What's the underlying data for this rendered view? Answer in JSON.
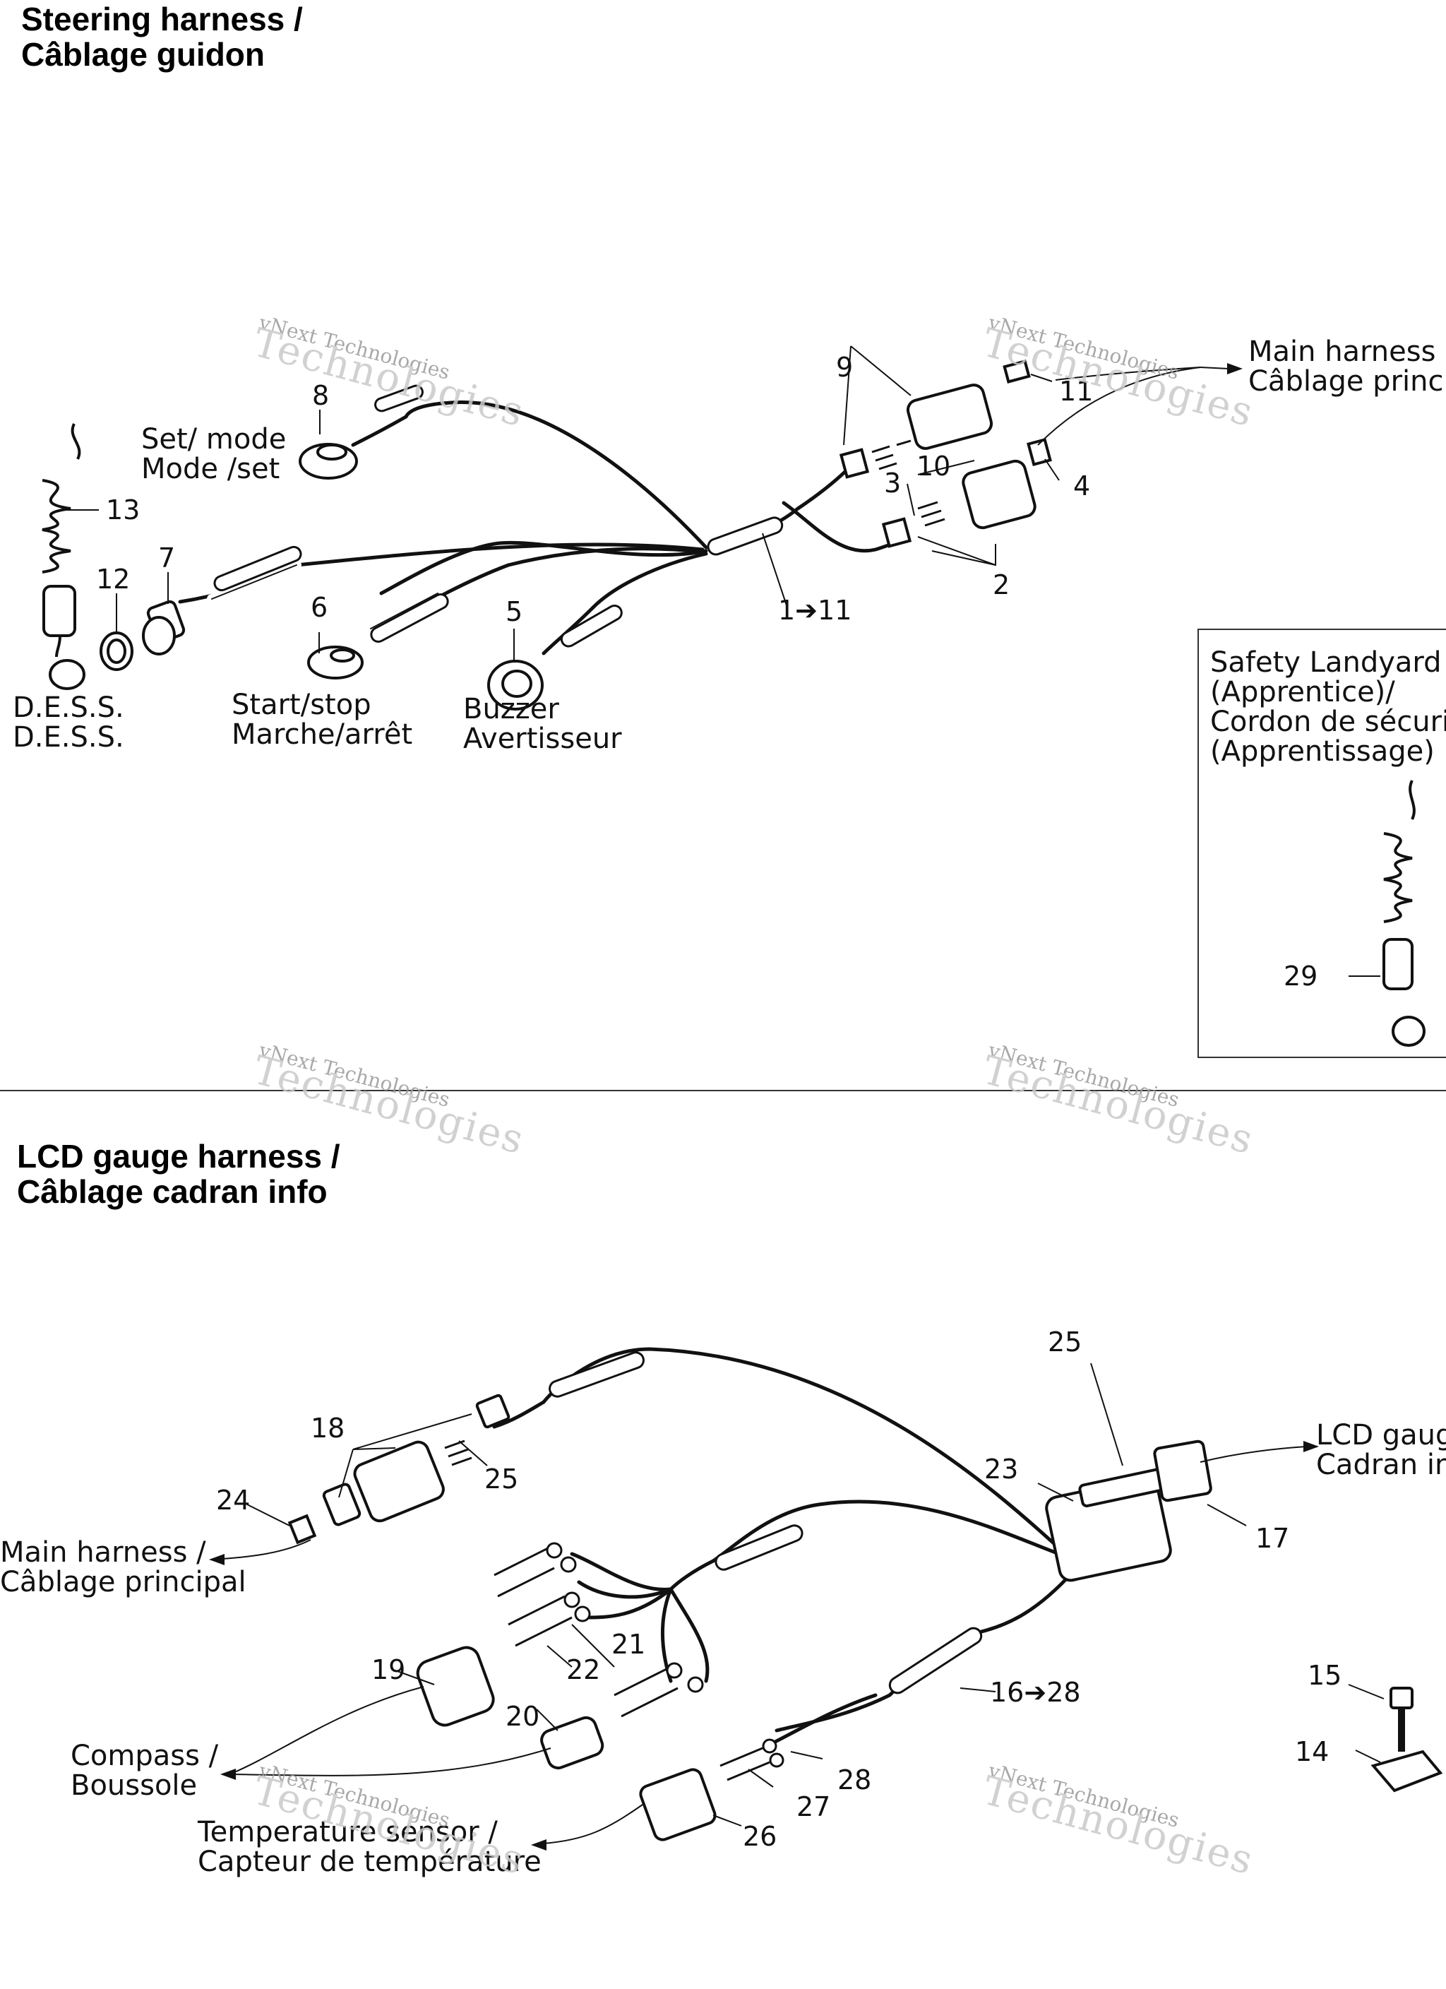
{
  "sections": {
    "steering": {
      "title_en": "Steering harness /",
      "title_fr": "Câblage guidon"
    },
    "lcd": {
      "title_en": "LCD gauge harness /",
      "title_fr": "Câblage cadran info"
    }
  },
  "steering_labels": {
    "main_harness": [
      "Main harness",
      "Câblage princi"
    ],
    "set_mode": [
      "Set/ mode",
      "Mode /set"
    ],
    "dess": [
      "D.E.S.S.",
      "D.E.S.S."
    ],
    "start_stop": [
      "Start/stop",
      "Marche/arrêt"
    ],
    "buzzer": [
      "Buzzer",
      "Avertisseur"
    ],
    "safety_landyard": [
      "Safety Landyard",
      "(Apprentice)/",
      "Cordon de sécuri",
      "(Apprentissage)"
    ]
  },
  "lcd_labels": {
    "lcd_gauge": [
      "LCD gaug",
      "Cadran in"
    ],
    "main_harness": [
      "Main harness /",
      "Câblage principal"
    ],
    "compass": [
      "Compass /",
      "Boussole"
    ],
    "temperature": [
      "Temperature sensor /",
      "Capteur de température"
    ]
  },
  "part_numbers": {
    "n1_11": "1➔11",
    "n2": "2",
    "n3": "3",
    "n4": "4",
    "n5": "5",
    "n6": "6",
    "n7": "7",
    "n8": "8",
    "n9": "9",
    "n10": "10",
    "n11": "11",
    "n12": "12",
    "n13": "13",
    "n14": "14",
    "n15": "15",
    "n16_28": "16➔28",
    "n17": "17",
    "n18": "18",
    "n19": "19",
    "n20": "20",
    "n21": "21",
    "n22": "22",
    "n23": "23",
    "n24": "24",
    "n25a": "25",
    "n25b": "25",
    "n26": "26",
    "n27": "27",
    "n28": "28",
    "n29": "29"
  },
  "watermark": {
    "line1": "vNext Technologies",
    "line2": "vNext",
    "line3": "Technologies"
  }
}
